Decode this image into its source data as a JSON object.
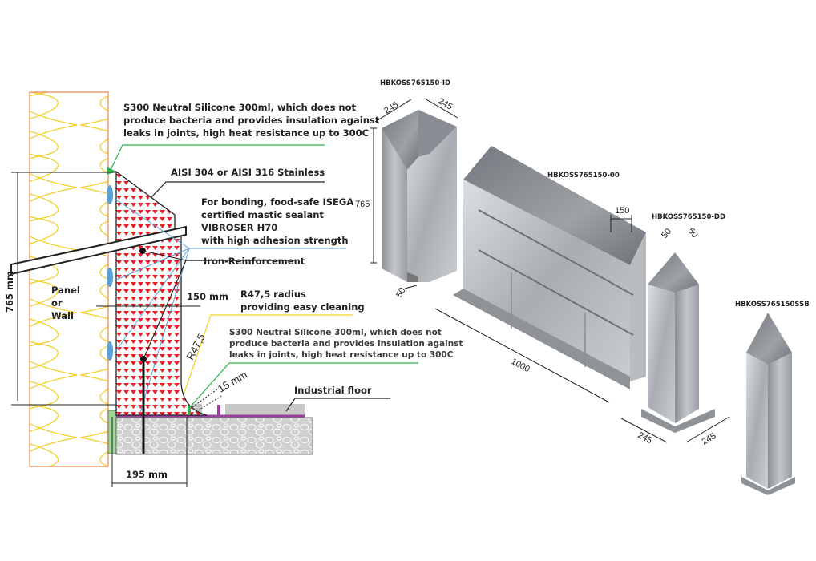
{
  "section_detail": {
    "silicone_top": [
      "S300 Neutral Silicone 300ml, which does not",
      "produce bacteria and provides insulation against",
      "leaks in joints, high heat resistance up to 300C"
    ],
    "stainless": "AISI 304 or AISI 316 Stainless",
    "mastic": [
      "For bonding, food-safe ISEGA",
      "certified mastic sealant",
      "VIBROSER H70",
      "with high adhesion strength"
    ],
    "reinforcement": "Iron-Reinforcement",
    "panel": [
      "Panel",
      "or",
      "Wall"
    ],
    "height_dim": "765 mm",
    "thickness_dim": "150 mm",
    "radius_note": [
      "R47,5 radius",
      "providing easy cleaning"
    ],
    "radius_dim": "R47,5",
    "silicone_bottom": [
      "S300 Neutral Silicone 300ml, which does not",
      "produce bacteria and provides insulation against",
      "leaks in joints, high heat resistance up to 300C"
    ],
    "gap_dim": "15 mm",
    "floor": "Industrial floor",
    "base_dim": "195 mm"
  },
  "products": {
    "inner_corner": {
      "code": "HBKOSS765150-ID",
      "dims": [
        "245",
        "245",
        "765",
        "50"
      ]
    },
    "straight": {
      "code": "HBKOSS765150-00",
      "dims": [
        "150",
        "1000"
      ]
    },
    "outer_corner": {
      "code": "HBKOSS765150-DD",
      "dims": [
        "50",
        "50",
        "245",
        "245"
      ]
    },
    "end_piece": {
      "code": "HBKOSS765150SSB"
    }
  },
  "colors": {
    "hatch_red": "#e8202a",
    "silicone_green": "#2bb24c",
    "mastic_blue": "#5aa0d8",
    "radius_yellow": "#f2d21a",
    "membrane_purple": "#9b3fa0",
    "panel_orange": "#e8874a"
  }
}
